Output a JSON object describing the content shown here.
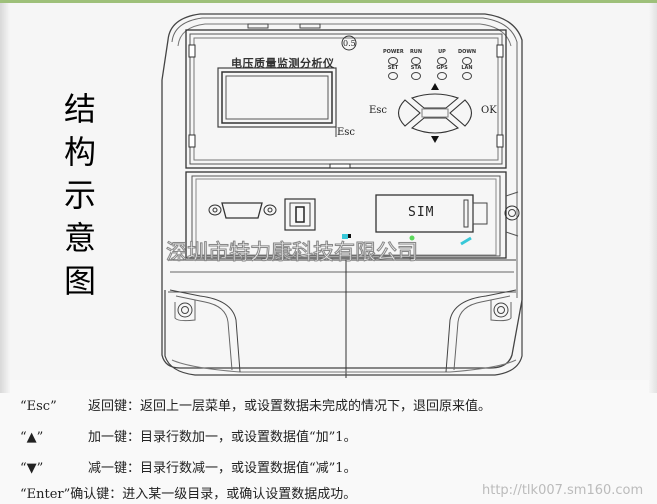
{
  "side_title": [
    "结",
    "构",
    "示",
    "意",
    "图"
  ],
  "device": {
    "name": "电压质量监测分析仪",
    "accuracy_class": "0.5",
    "lcd_esc_label": "Esc",
    "keypad": {
      "esc": "Esc",
      "ok": "OK",
      "up": "▲",
      "down": "▼"
    },
    "leds_row1": [
      "POWER",
      "RUN",
      "UP",
      "DOWN"
    ],
    "leds_row2": [
      "SET",
      "STA",
      "GPS",
      "LAN"
    ],
    "sim_label": "SIM"
  },
  "watermark": {
    "company": "深圳市特力康科技有限公司",
    "url": "http://tlk007.sm160.com"
  },
  "key_descriptions": [
    {
      "key": "“Esc”",
      "text": "返回键：返回上一层菜单，或设置数据未完成的情况下，退回原来值。"
    },
    {
      "key": "“▲”",
      "text": "加一键：目录行数加一，或设置数据值“加”1。"
    },
    {
      "key": "“▼”",
      "text": "减一键：目录行数减一，或设置数据值“减”1。"
    },
    {
      "key": "“Enter”",
      "text": "确认键：进入某一级目录，或确认设置数据成功。"
    }
  ],
  "colors": {
    "top_strip": "#9ec07a",
    "background": "#f6f6f6",
    "line": "#333333"
  }
}
